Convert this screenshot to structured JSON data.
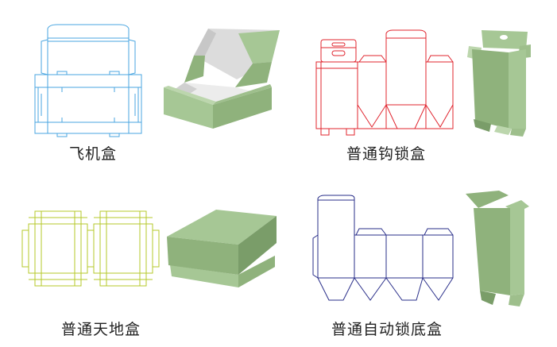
{
  "captions": {
    "airplane_box": "飞机盒",
    "hook_lock_box": "普通钩锁盒",
    "lid_base_box": "普通天地盒",
    "auto_lock_bottom_box": "普通自动锁底盒"
  },
  "colors": {
    "airplane_dieline": "#4aa6e0",
    "hook_dieline": "#e0242e",
    "lid_dieline": "#b5c92a",
    "auto_dieline": "#2a2f8a",
    "box_light": "#a6c795",
    "box_mid": "#8fb27c",
    "box_dark": "#7a9d69",
    "box_inner": "#e3e3e3"
  }
}
